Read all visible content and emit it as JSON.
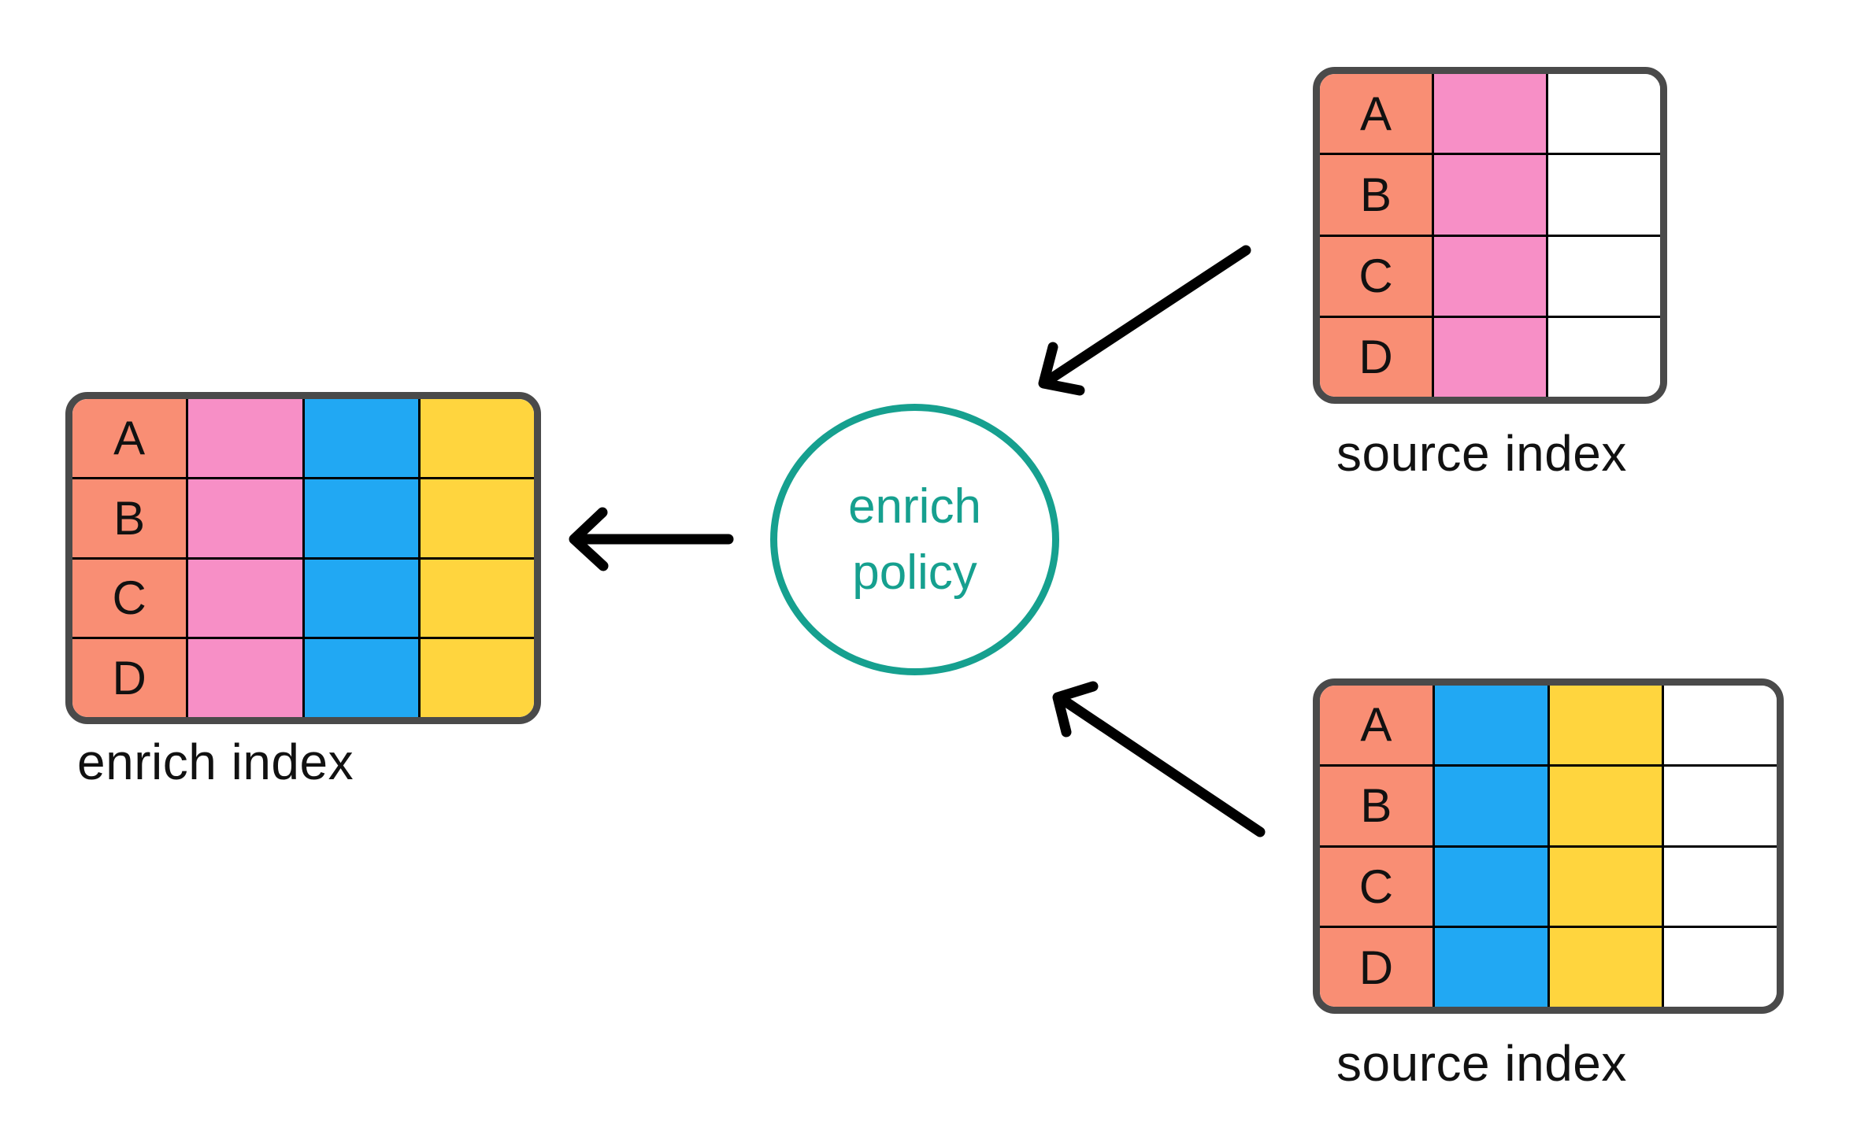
{
  "diagram": {
    "policy_circle": {
      "line1": "enrich",
      "line2": "policy"
    },
    "tables": [
      {
        "id": "enrich-index",
        "label": "enrich index",
        "row_letters": [
          "A",
          "B",
          "C",
          "D"
        ],
        "columns": [
          "salmon",
          "pink",
          "blue",
          "yellow"
        ]
      },
      {
        "id": "source-top",
        "label": "source index",
        "row_letters": [
          "A",
          "B",
          "C",
          "D"
        ],
        "columns": [
          "salmon",
          "pink",
          "white"
        ]
      },
      {
        "id": "source-bottom",
        "label": "source index",
        "row_letters": [
          "A",
          "B",
          "C",
          "D"
        ],
        "columns": [
          "salmon",
          "blue",
          "yellow",
          "white"
        ]
      }
    ],
    "colors": {
      "salmon": "#F98E74",
      "pink": "#F78FC6",
      "blue": "#21A8F3",
      "yellow": "#FFD53E",
      "white": "#FFFFFF",
      "table_border": "#4A4A4A",
      "cell_divider": "#000000",
      "arrow": "#000000",
      "teal": "#16A08F",
      "label": "#111111",
      "background": "#FFFFFF"
    }
  }
}
